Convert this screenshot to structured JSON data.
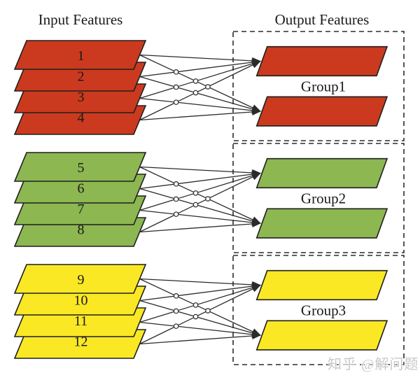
{
  "titles": {
    "input": "Input Features",
    "output": "Output Features"
  },
  "groups": [
    {
      "label": "Group1",
      "fill": "#cb3a1e",
      "inputs": [
        "1",
        "2",
        "3",
        "4"
      ]
    },
    {
      "label": "Group2",
      "fill": "#8cb751",
      "inputs": [
        "5",
        "6",
        "7",
        "8"
      ]
    },
    {
      "label": "Group3",
      "fill": "#fae825",
      "inputs": [
        "9",
        "10",
        "11",
        "12"
      ]
    }
  ],
  "colors": {
    "line": "#2b2b2b",
    "shape_border": "#1f1f1f",
    "dashed_box": "#2b2b2b",
    "background": "#ffffff",
    "watermark": "#c4c4c4"
  },
  "watermark": {
    "text": "知乎 @解问题"
  }
}
